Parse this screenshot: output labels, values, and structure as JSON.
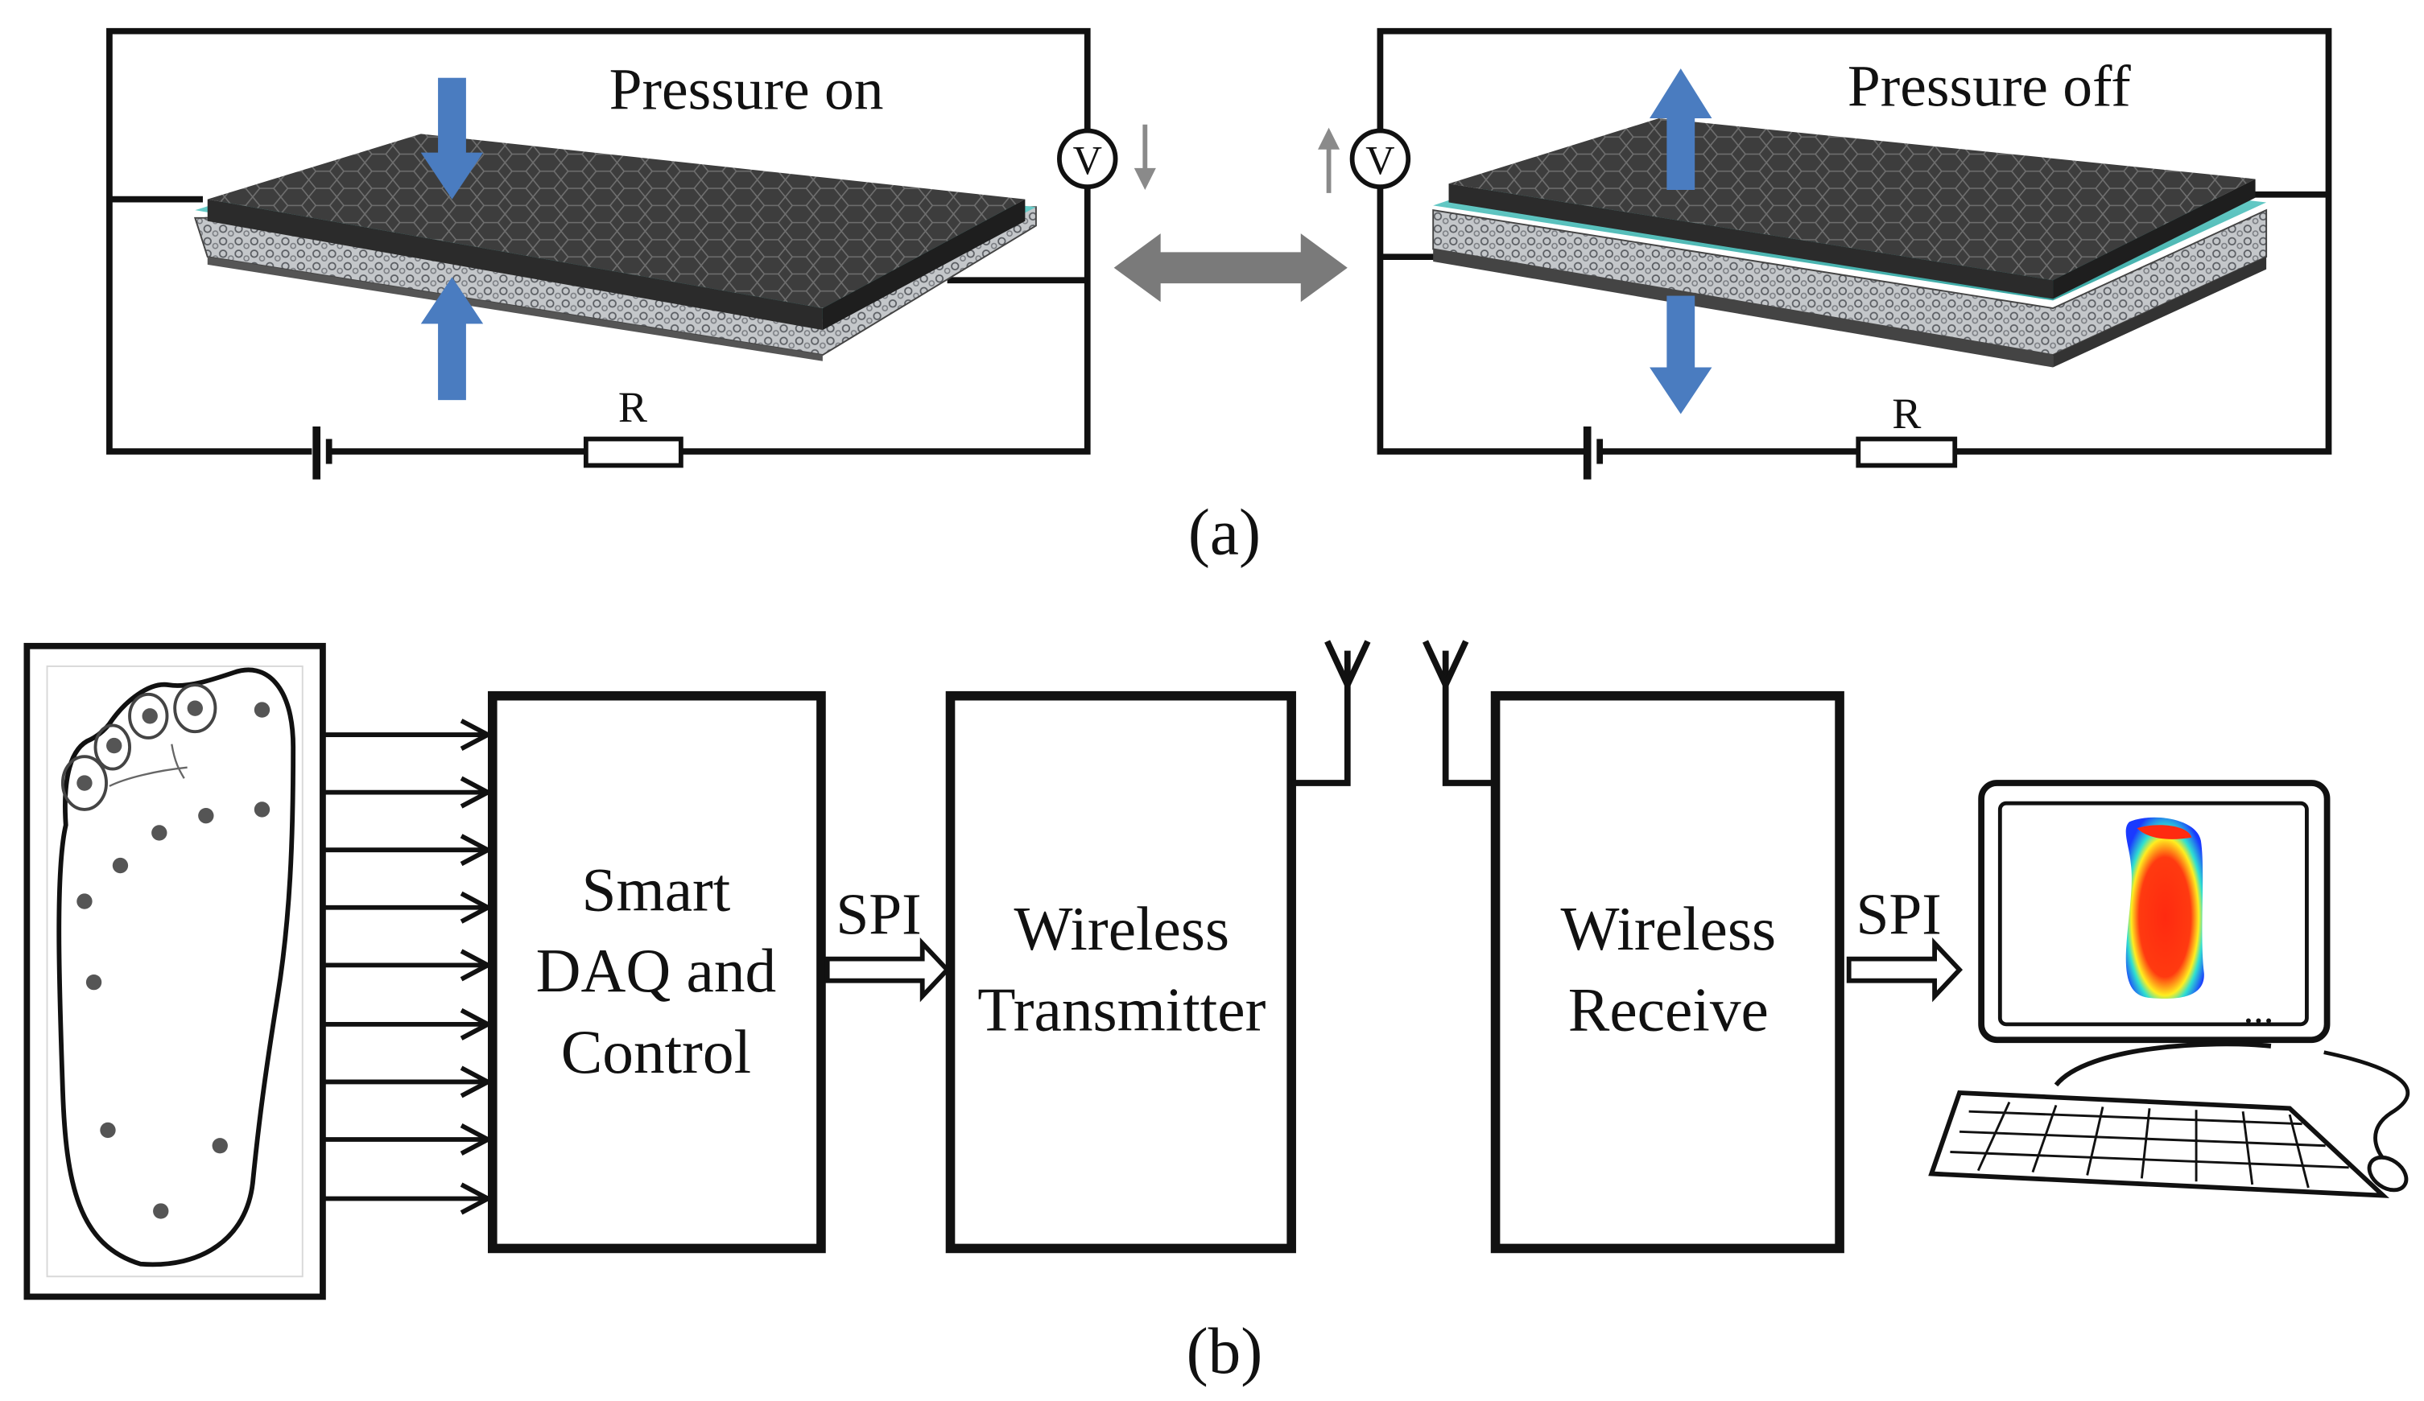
{
  "panel_a": {
    "left_circuit": {
      "title": "Pressure on",
      "voltmeter": "V",
      "resistor": "R"
    },
    "right_circuit": {
      "title": "Pressure off",
      "voltmeter": "V",
      "resistor": "R"
    },
    "caption": "(a)"
  },
  "panel_b": {
    "daq_block": {
      "line1": "Smart",
      "line2": "DAQ and",
      "line3": "Control"
    },
    "spi_label_1": "SPI",
    "transmitter_block": {
      "line1": "Wireless",
      "line2": "Transmitter"
    },
    "receiver_block": {
      "line1": "Wireless",
      "line2": "Receive"
    },
    "spi_label_2": "SPI",
    "monitor_dots": "...",
    "caption": "(b)"
  },
  "colors": {
    "arrow_blue": "#4a7cc0",
    "double_arrow_gray": "#7a7a7a",
    "sensor_top": "#3a3a3a",
    "teal_layer": "#5ec8c4",
    "foam": "#c6c9cc"
  }
}
